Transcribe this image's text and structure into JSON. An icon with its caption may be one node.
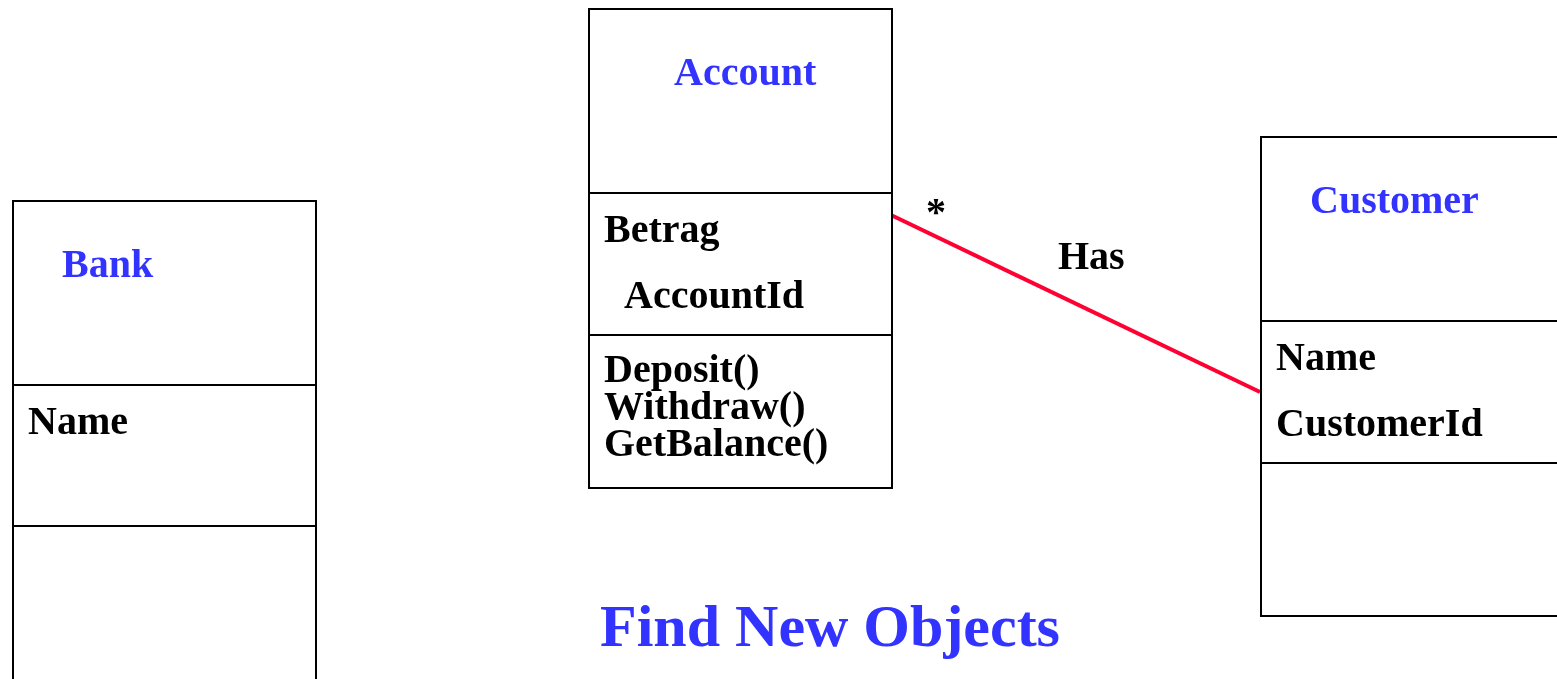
{
  "diagram": {
    "title": "Find New Objects",
    "nodes": [
      {
        "text": [
          "Bank",
          "Name"
        ]
      },
      {
        "text": [
          "Account",
          "Betrag",
          "AccountId",
          "Deposit()",
          "Withdraw()",
          "GetBalance()"
        ]
      },
      {
        "text": [
          "Customer",
          "Name",
          "CustomerId"
        ]
      }
    ],
    "edges": [
      {
        "from": 1,
        "to": 2,
        "arrow": "none",
        "label": "Has",
        "color": "#ff0033"
      }
    ],
    "labels": [
      "*"
    ]
  }
}
